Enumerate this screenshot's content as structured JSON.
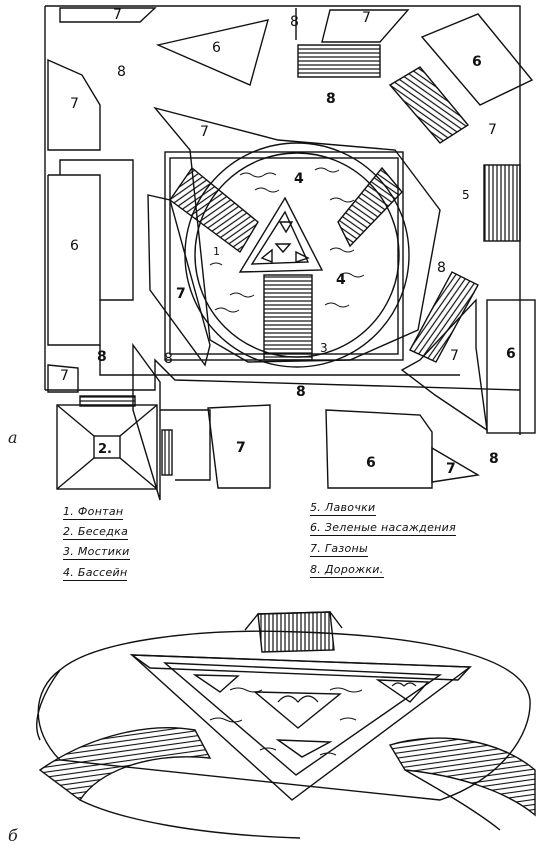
{
  "panel_labels": {
    "plan": "а",
    "perspective": "б"
  },
  "zone_numbers": {
    "z7_top": "7",
    "z8_top": "8",
    "z7_top_right": "7",
    "z6_top_left": "6",
    "z8_left_upper": "8",
    "z6_top_right": "6",
    "z7_left": "7",
    "z8_bench_row": "8",
    "z7_center_top": "7",
    "z7_right": "7",
    "z4_pool_top": "4",
    "z5_bench": "5",
    "z1_fountain": "1",
    "z6_left": "6",
    "z4_pool_right": "4",
    "z7_center_left": "7",
    "z8_right": "8",
    "z6_right": "6",
    "z3_bridge": "3",
    "z7_lower_right": "7",
    "z7_far_left": "7",
    "z8_left_path": "8",
    "z8_mid_path": "8",
    "z8_center": "8",
    "z2_gazebo": "2.",
    "z7_bottom": "7",
    "z6_bottom": "6",
    "z7_bottom_right": "7",
    "z8_bottom_right": "8"
  },
  "legend": [
    "1. Фонтан",
    "2. Беседка",
    "3. Мостики",
    "4. Бассейн",
    "5. Лавочки",
    "6. Зеленые насаждения",
    "7. Газоны",
    "8. Дорожки."
  ]
}
